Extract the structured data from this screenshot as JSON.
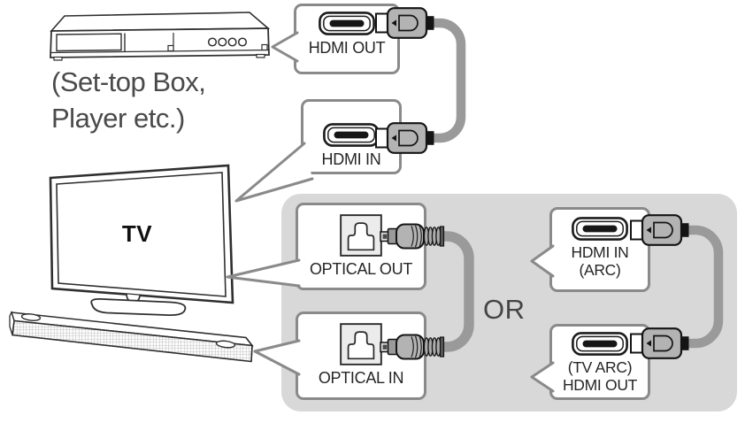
{
  "devices": {
    "set_top_box": {
      "caption_line1": "(Set-top Box,",
      "caption_line2": "Player etc.)"
    },
    "tv": {
      "label": "TV"
    }
  },
  "callouts": {
    "hdmi_out": {
      "label": "HDMI OUT",
      "icon": "hdmi-port-icon"
    },
    "hdmi_in": {
      "label": "HDMI IN",
      "icon": "hdmi-port-icon"
    },
    "optical_out": {
      "label": "OPTICAL OUT",
      "icon": "optical-port-icon"
    },
    "optical_in": {
      "label": "OPTICAL IN",
      "icon": "optical-port-icon"
    },
    "hdmi_in_arc": {
      "line1": "HDMI IN",
      "line2": "(ARC)",
      "icon": "hdmi-port-icon"
    },
    "tv_arc_hdmi_out": {
      "line1": "(TV ARC)",
      "line2": "HDMI OUT",
      "icon": "hdmi-port-icon"
    }
  },
  "or_separator": "OR",
  "colors": {
    "panel": "#d8d8d8",
    "callout_border": "#8a8a8a",
    "cable": "#9a9a9a",
    "plug_body": "#b3b3b3",
    "device_line": "#2f2f2f",
    "label_text": "#262626",
    "caption_text": "#4a4a4a",
    "or_text": "#454545"
  }
}
